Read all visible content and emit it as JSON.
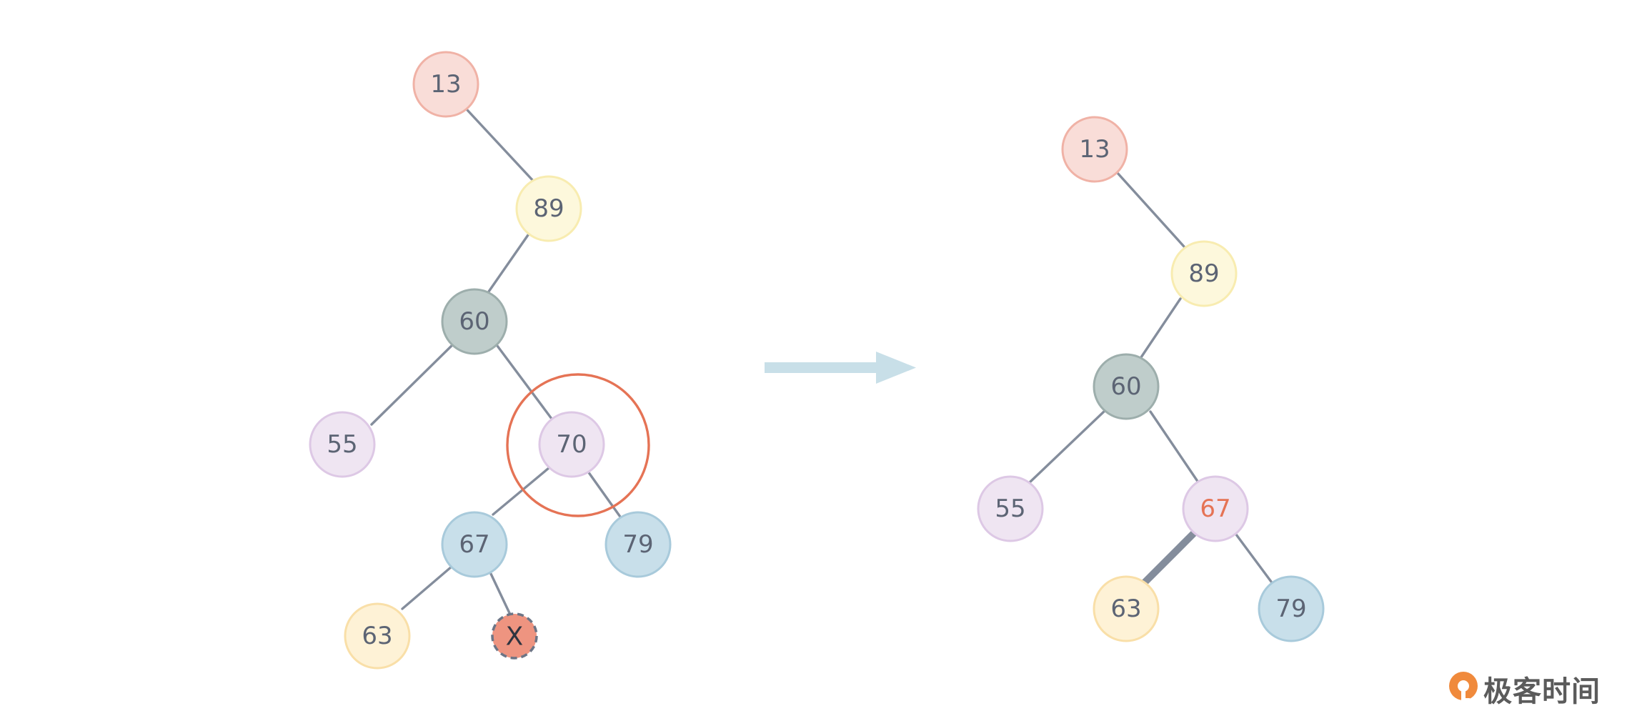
{
  "left_tree": {
    "nodes": {
      "n13": "13",
      "n89": "89",
      "n60": "60",
      "n55": "55",
      "n70": "70",
      "n67": "67",
      "n79": "79",
      "n63": "63",
      "nx": "X"
    },
    "highlighted_node": "70",
    "deleted_node": "X"
  },
  "right_tree": {
    "nodes": {
      "n13": "13",
      "n89": "89",
      "n60": "60",
      "n55": "55",
      "n67": "67",
      "n63": "63",
      "n79": "79"
    },
    "replaced_node": "67"
  },
  "brand": {
    "name": "极客时间"
  },
  "colors": {
    "pink_fill": "#f9ddd8",
    "pink_stroke": "#f0b2a6",
    "yellow_fill": "#fdf8dc",
    "yellow_stroke": "#f8ecb0",
    "gray_fill": "#bfcdcb",
    "gray_stroke": "#9daeac",
    "lavender_fill": "#efe5f2",
    "lavender_stroke": "#ddc8e5",
    "blue_fill": "#c8dfea",
    "blue_stroke": "#a8cadb",
    "peach_fill": "#fef2d6",
    "peach_stroke": "#f9dfa8",
    "deleted_fill": "#ee9480",
    "highlight_ring": "#e57355",
    "highlight_text": "#e57355",
    "edge": "#848d9c",
    "arrow": "#c8dfe8",
    "brand_orange": "#f08a3c"
  }
}
